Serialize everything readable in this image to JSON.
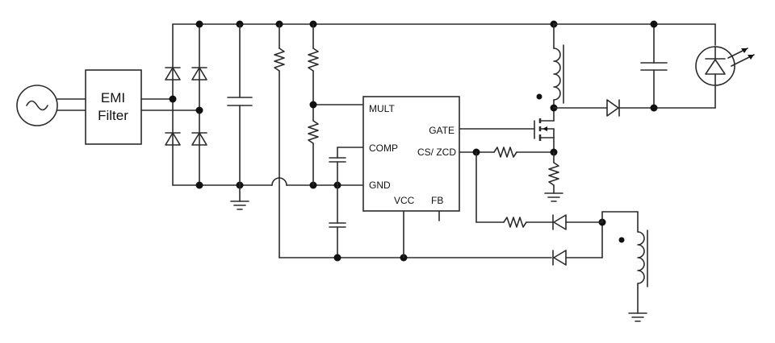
{
  "emi_filter": {
    "line1": "EMI",
    "line2": "Filter"
  },
  "controller": {
    "pins": {
      "mult": "MULT",
      "comp": "COMP",
      "gnd": "GND",
      "vcc": "VCC",
      "fb": "FB",
      "gate": "GATE",
      "cs_zcd": "CS/ ZCD"
    }
  },
  "icons": {
    "ac_source": "ac-source-icon",
    "led": "led-icon",
    "ground": "ground-icon"
  }
}
